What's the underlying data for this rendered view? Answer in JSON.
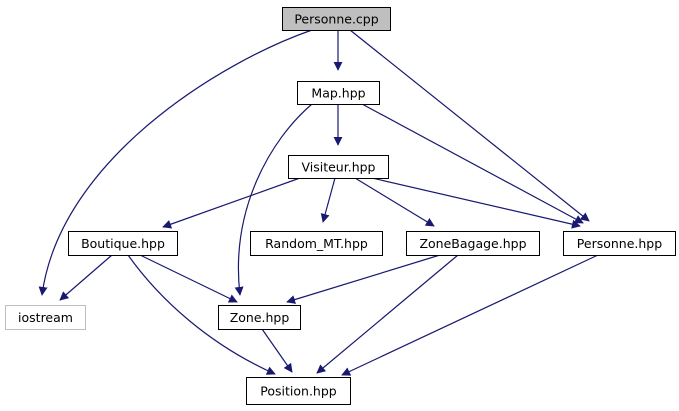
{
  "graph": {
    "nodes": [
      {
        "id": "personne_cpp",
        "label": "Personne.cpp",
        "style": "root"
      },
      {
        "id": "map_hpp",
        "label": "Map.hpp",
        "style": "normal"
      },
      {
        "id": "visiteur_hpp",
        "label": "Visiteur.hpp",
        "style": "normal"
      },
      {
        "id": "boutique_hpp",
        "label": "Boutique.hpp",
        "style": "normal"
      },
      {
        "id": "random_mt_hpp",
        "label": "Random_MT.hpp",
        "style": "normal"
      },
      {
        "id": "zonebagage_hpp",
        "label": "ZoneBagage.hpp",
        "style": "normal"
      },
      {
        "id": "personne_hpp",
        "label": "Personne.hpp",
        "style": "normal"
      },
      {
        "id": "iostream",
        "label": "iostream",
        "style": "external"
      },
      {
        "id": "zone_hpp",
        "label": "Zone.hpp",
        "style": "normal"
      },
      {
        "id": "position_hpp",
        "label": "Position.hpp",
        "style": "normal"
      }
    ],
    "edges": [
      {
        "from": "personne_cpp",
        "to": "map_hpp"
      },
      {
        "from": "personne_cpp",
        "to": "iostream"
      },
      {
        "from": "personne_cpp",
        "to": "personne_hpp"
      },
      {
        "from": "map_hpp",
        "to": "visiteur_hpp"
      },
      {
        "from": "map_hpp",
        "to": "zone_hpp"
      },
      {
        "from": "map_hpp",
        "to": "personne_hpp"
      },
      {
        "from": "visiteur_hpp",
        "to": "boutique_hpp"
      },
      {
        "from": "visiteur_hpp",
        "to": "random_mt_hpp"
      },
      {
        "from": "visiteur_hpp",
        "to": "zonebagage_hpp"
      },
      {
        "from": "visiteur_hpp",
        "to": "personne_hpp"
      },
      {
        "from": "boutique_hpp",
        "to": "iostream"
      },
      {
        "from": "boutique_hpp",
        "to": "zone_hpp"
      },
      {
        "from": "boutique_hpp",
        "to": "position_hpp"
      },
      {
        "from": "zonebagage_hpp",
        "to": "zone_hpp"
      },
      {
        "from": "zonebagage_hpp",
        "to": "position_hpp"
      },
      {
        "from": "personne_hpp",
        "to": "position_hpp"
      },
      {
        "from": "zone_hpp",
        "to": "position_hpp"
      }
    ]
  },
  "colors": {
    "edge": "#191970",
    "node_border": "#000000",
    "root_fill": "#bfbfbf",
    "node_fill": "#ffffff",
    "external_border": "#bfbfbf"
  }
}
